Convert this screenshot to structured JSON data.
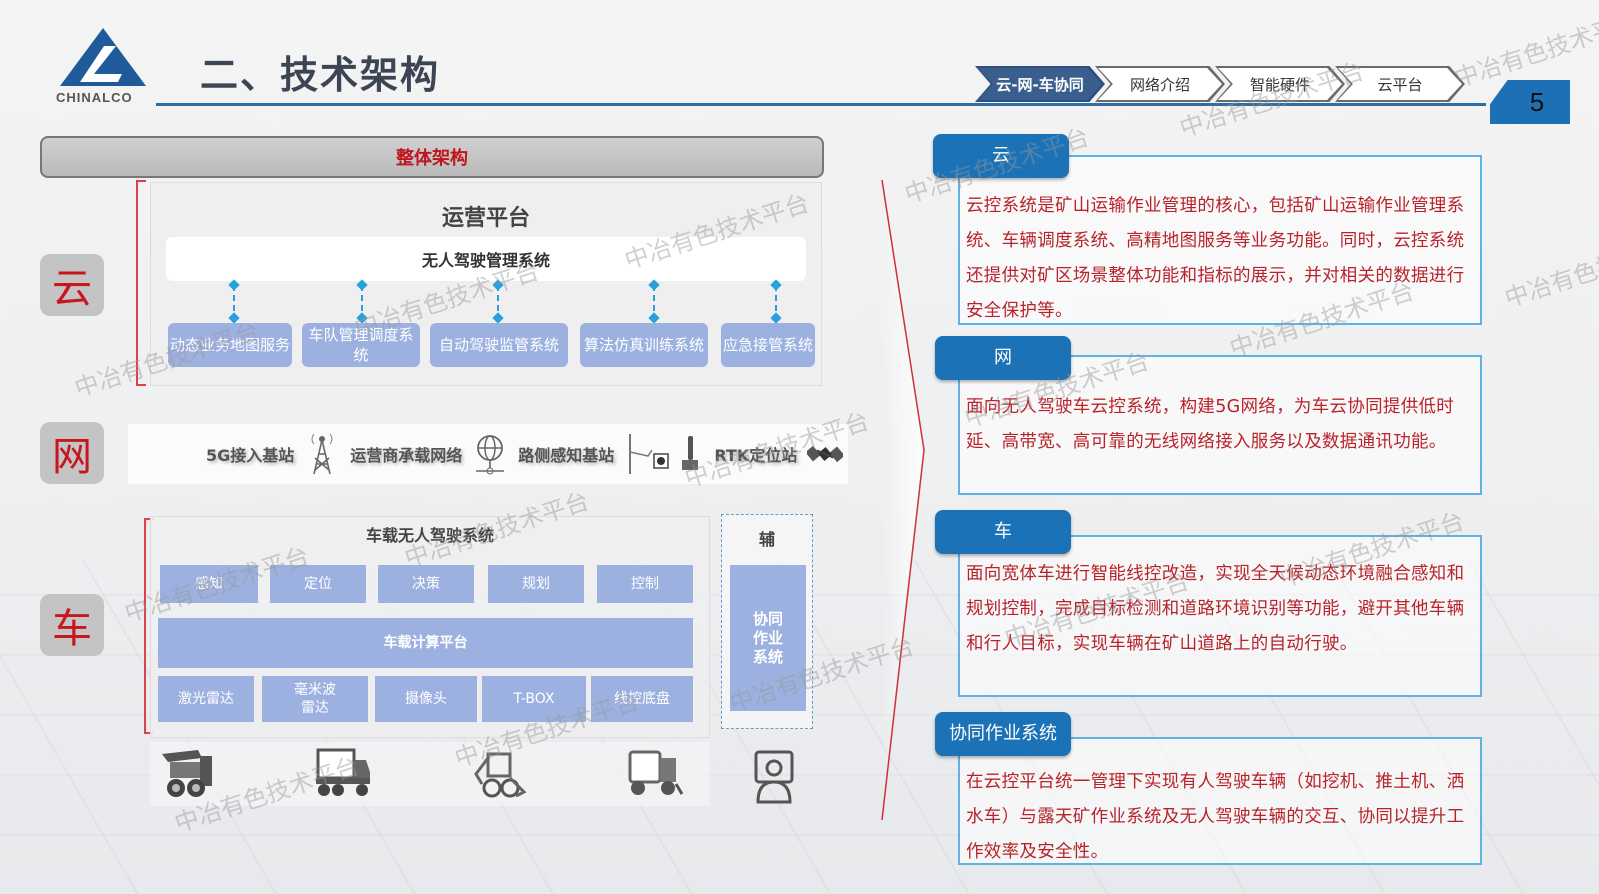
{
  "header": {
    "logo_text": "CHINALCO",
    "title": "二、技术架构",
    "nav": [
      {
        "label": "云-网-车协同",
        "active": true
      },
      {
        "label": "网络介绍",
        "active": false
      },
      {
        "label": "智能硬件",
        "active": false
      },
      {
        "label": "云平台",
        "active": false
      }
    ],
    "page_number": "5"
  },
  "diagram": {
    "title": "整体架构",
    "layers": {
      "cloud": {
        "label": "云",
        "platform_title": "运营平台",
        "management_system": "无人驾驶管理系统",
        "subsystems": [
          "动态业务地图服务",
          "车队管理调度系统",
          "自动驾驶监管系统",
          "算法仿真训练系统",
          "应急接管系统"
        ]
      },
      "network": {
        "label": "网",
        "items": [
          {
            "label": "5G接入基站",
            "icon": "cell-tower-icon"
          },
          {
            "label": "运营商承载网络",
            "icon": "globe-network-icon"
          },
          {
            "label": "路侧感知基站",
            "icon": "roadside-sensor-icon"
          },
          {
            "label": "RTK定位站",
            "icon": "satellite-icon"
          }
        ]
      },
      "vehicle": {
        "label": "车",
        "system_title": "车载无人驾驶系统",
        "functions": [
          "感知",
          "定位",
          "决策",
          "规划",
          "控制"
        ],
        "compute_platform": "车载计算平台",
        "hardware": [
          "激光雷达",
          "毫米波雷达",
          "摄像头",
          "T-BOX",
          "线控底盘"
        ],
        "aux_title": "辅",
        "aux_system": "协同作业系统",
        "vehicles": [
          "mining-truck-icon",
          "dump-truck-icon",
          "excavator-icon",
          "water-truck-icon",
          "operator-icon"
        ]
      }
    }
  },
  "cards": [
    {
      "tag": "云",
      "text": "云控系统是矿山运输作业管理的核心，包括矿山运输作业管理系统、车辆调度系统、高精地图服务等业务功能。同时，云控系统还提供对矿区场景整体功能和指标的展示，并对相关的数据进行安全保护等。"
    },
    {
      "tag": "网",
      "text": "面向无人驾驶车云控系统，构建5G网络，为车云协同提供低时延、高带宽、高可靠的无线网络接入服务以及数据通讯功能。"
    },
    {
      "tag": "车",
      "text": "面向宽体车进行智能线控改造，实现全天候动态环境融合感知和规划控制，完成目标检测和道路环境识别等功能，避开其他车辆和行人目标，实现车辆在矿山道路上的自动行驶。"
    },
    {
      "tag": "协同作业系统",
      "text": "在云控平台统一管理下实现有人驾驶车辆（如挖机、推土机、洒水车）与露天矿作业系统及无人驾驶车辆的交互、协同以提升工作效率及安全性。"
    }
  ],
  "watermark": "中冶有色技术平台",
  "colors": {
    "accent_blue": "#1b72b6",
    "nav_active": "#2d4f7e",
    "red_text": "#b8232a",
    "box_blue": "#9db1e1",
    "card_border": "#5fb3e0"
  }
}
